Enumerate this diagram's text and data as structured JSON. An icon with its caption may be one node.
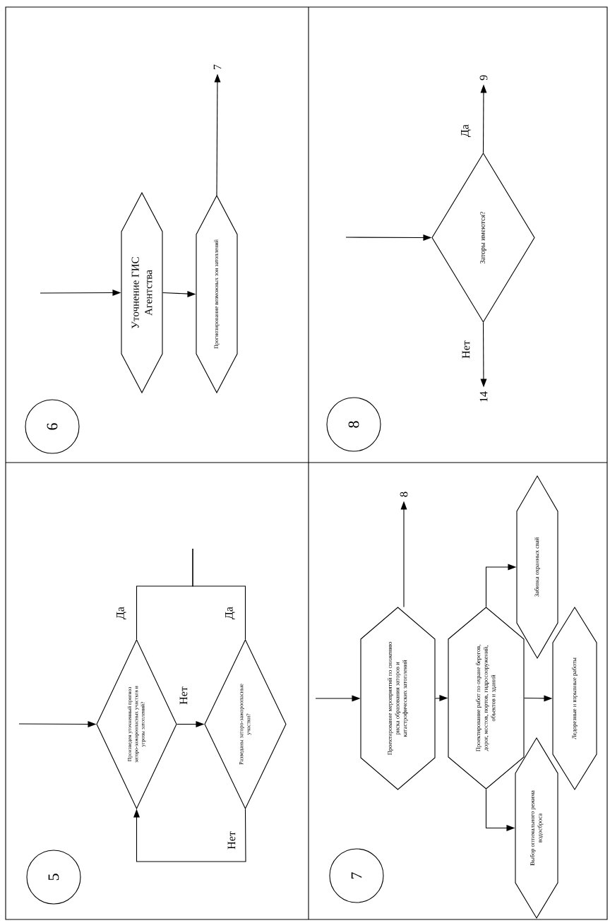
{
  "diagram": {
    "nodes": [
      {
        "text": [
          "5"
        ]
      },
      {
        "text": [
          "Произведен уточненный прогноз заторо-зажороопасных участков и угрозы затоплений?"
        ]
      },
      {
        "text": [
          "Разведаны заторо-зажороопасные участки?"
        ]
      },
      {
        "text": [
          "6"
        ]
      },
      {
        "text": [
          "Уточнение ГИС Агентства"
        ]
      },
      {
        "text": [
          "Прогнозирование возможных зон затоплений"
        ]
      },
      {
        "text": [
          "7"
        ]
      },
      {
        "text": [
          "7"
        ]
      },
      {
        "text": [
          "Проектирование мероприятий по снижению риска образования заторов и катастрофических затоплений"
        ]
      },
      {
        "text": [
          "Проектирование работ по охране берегов, дорог, мостов, портов, гидросооружений, объектов и зданий"
        ]
      },
      {
        "text": [
          "Выбор оптимального режима водосброса"
        ]
      },
      {
        "text": [
          "Ледорезные и взрывные работы"
        ]
      },
      {
        "text": [
          "Забивка охранных свай"
        ]
      },
      {
        "text": [
          "8"
        ]
      },
      {
        "text": [
          "8"
        ]
      },
      {
        "text": [
          "Заторы имеются?"
        ]
      },
      {
        "text": [
          "9"
        ]
      },
      {
        "text": [
          "14"
        ]
      }
    ],
    "edges": [
      {
        "from": null,
        "to": 1,
        "arrow": "to"
      },
      {
        "from": 1,
        "to": 2,
        "arrow": "to",
        "label": "Нет"
      },
      {
        "from": 2,
        "to": 1,
        "arrow": "to",
        "label": "Нет"
      },
      {
        "from": 1,
        "to": null,
        "arrow": "none",
        "label": "Да"
      },
      {
        "from": 2,
        "to": null,
        "arrow": "none",
        "label": "Да"
      },
      {
        "from": null,
        "to": 4,
        "arrow": "to"
      },
      {
        "from": 4,
        "to": 5,
        "arrow": "to"
      },
      {
        "from": 5,
        "to": 6,
        "arrow": "to"
      },
      {
        "from": null,
        "to": 8,
        "arrow": "to"
      },
      {
        "from": 8,
        "to": 13,
        "arrow": "to"
      },
      {
        "from": 8,
        "to": 9,
        "arrow": "to"
      },
      {
        "from": 9,
        "to": 10,
        "arrow": "to"
      },
      {
        "from": 9,
        "to": 11,
        "arrow": "to"
      },
      {
        "from": 9,
        "to": 12,
        "arrow": "to"
      },
      {
        "from": null,
        "to": 15,
        "arrow": "to"
      },
      {
        "from": 15,
        "to": 16,
        "arrow": "to",
        "label": "Да"
      },
      {
        "from": 15,
        "to": 17,
        "arrow": "to",
        "label": "Нет"
      }
    ]
  }
}
